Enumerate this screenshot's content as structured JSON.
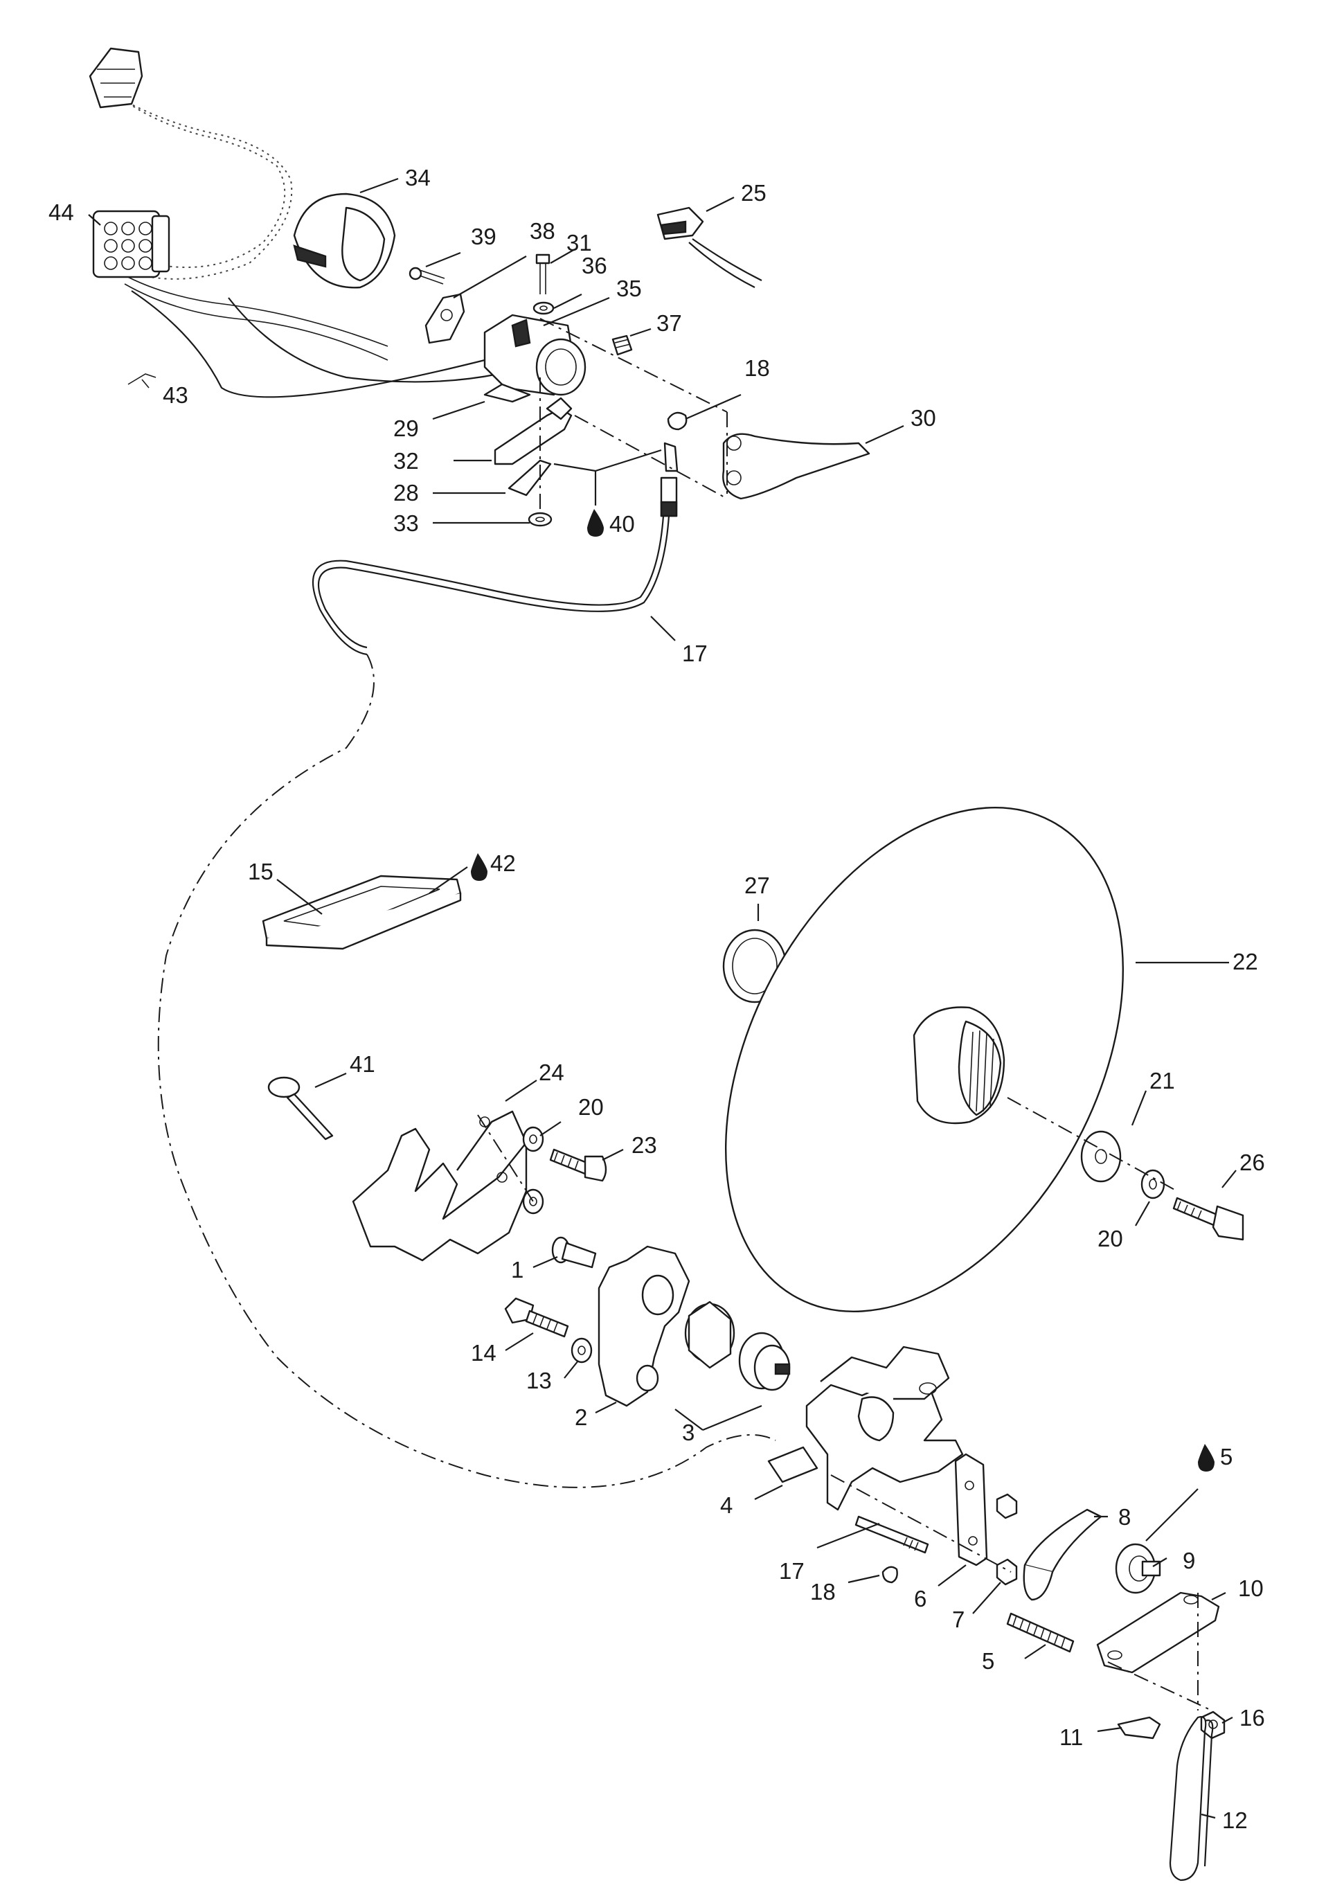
{
  "callouts": {
    "c1": "1",
    "c2": "2",
    "c3": "3",
    "c4": "4",
    "c5": "5",
    "c6": "6",
    "c7": "7",
    "c8": "8",
    "c9": "9",
    "c10": "10",
    "c11": "11",
    "c12": "12",
    "c13": "13",
    "c14": "14",
    "c15": "15",
    "c16": "16",
    "c17a": "17",
    "c17b": "17",
    "c18a": "18",
    "c18b": "18",
    "c20a": "20",
    "c20b": "20",
    "c21": "21",
    "c22": "22",
    "c23": "23",
    "c24": "24",
    "c25": "25",
    "c26": "26",
    "c27": "27",
    "c28": "28",
    "c29": "29",
    "c30": "30",
    "c31": "31",
    "c32": "32",
    "c33": "33",
    "c34": "34",
    "c35": "35",
    "c36": "36",
    "c37": "37",
    "c38": "38",
    "c39": "39",
    "c40": "40",
    "c41": "41",
    "c42": "42",
    "c43": "43",
    "c44": "44",
    "c5b": "5"
  },
  "icons": {
    "lubricant": "oil-drop-icon"
  }
}
